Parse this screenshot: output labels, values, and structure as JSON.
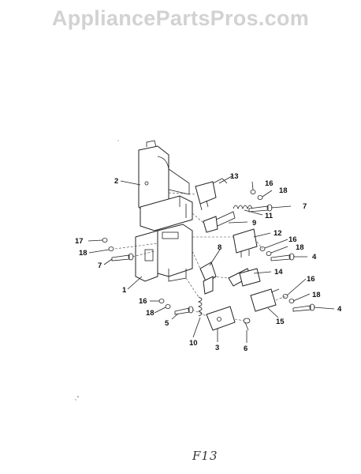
{
  "watermark": {
    "text": "AppliancePartsPros.com",
    "color": "#d2d2d2"
  },
  "figure_label": "F13",
  "callouts": {
    "c1": "1",
    "c2": "2",
    "c3": "3",
    "c4a": "4",
    "c4b": "4",
    "c5": "5",
    "c6": "6",
    "c7a": "7",
    "c7b": "7",
    "c8": "8",
    "c9": "9",
    "c10": "10",
    "c11": "11",
    "c12": "12",
    "c13": "13",
    "c14": "14",
    "c15": "15",
    "c16a": "16",
    "c16b": "16",
    "c16c": "16",
    "c16d": "16",
    "c17": "17",
    "c18a": "18",
    "c18b": "18",
    "c18c": "18",
    "c18d": "18",
    "c18e": "18"
  }
}
